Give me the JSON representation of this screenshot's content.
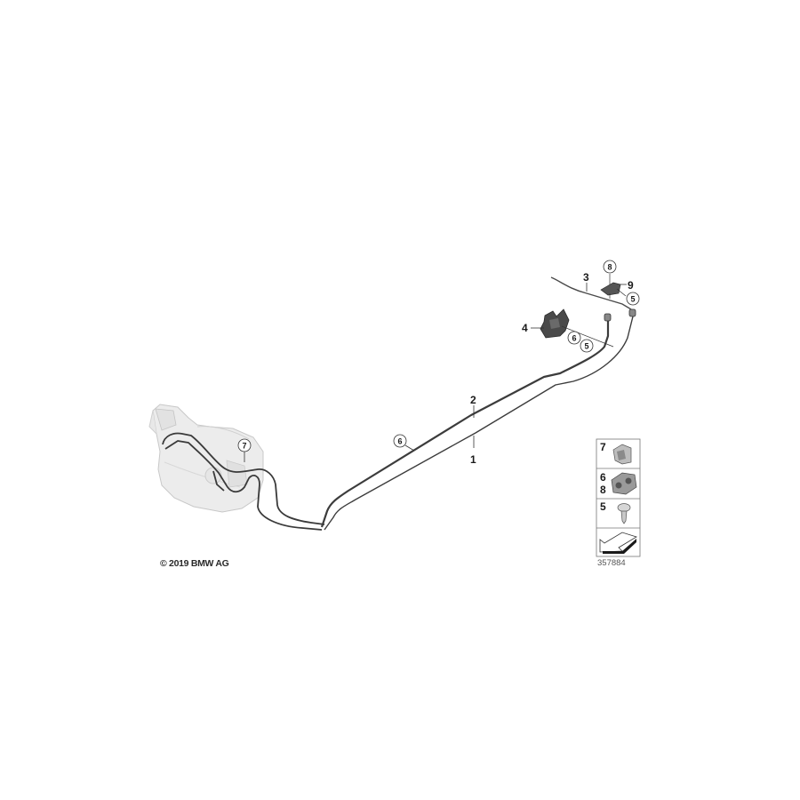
{
  "diagram": {
    "copyright": "© 2019 BMW AG",
    "diagram_number": "357884",
    "callouts": [
      {
        "label": "1",
        "style": "plain",
        "desc": "lower fuel line"
      },
      {
        "label": "2",
        "style": "plain",
        "desc": "upper fuel line"
      },
      {
        "label": "3",
        "style": "plain",
        "desc": "front pipe section"
      },
      {
        "label": "4",
        "style": "plain",
        "desc": "mounting bracket"
      },
      {
        "label": "5",
        "style": "circled"
      },
      {
        "label": "6",
        "style": "circled"
      },
      {
        "label": "7",
        "style": "circled"
      },
      {
        "label": "8",
        "style": "circled"
      },
      {
        "label": "9",
        "style": "plain"
      }
    ],
    "labels": {
      "l1": "1",
      "l2": "2",
      "l3": "3",
      "l4": "4",
      "l9": "9",
      "c5a": "5",
      "c5b": "5",
      "c6a": "6",
      "c6b": "6",
      "c7": "7",
      "c8": "8"
    },
    "legend": [
      {
        "labels": [
          "7"
        ],
        "part": "clip"
      },
      {
        "labels": [
          "6",
          "8"
        ],
        "part": "pipe holder"
      },
      {
        "labels": [
          "5"
        ],
        "part": "expanding rivet"
      },
      {
        "labels": [],
        "part": "direction-of-travel arrow"
      }
    ],
    "legend_labels": {
      "r0": "7",
      "r1a": "6",
      "r1b": "8",
      "r2": "5"
    }
  }
}
